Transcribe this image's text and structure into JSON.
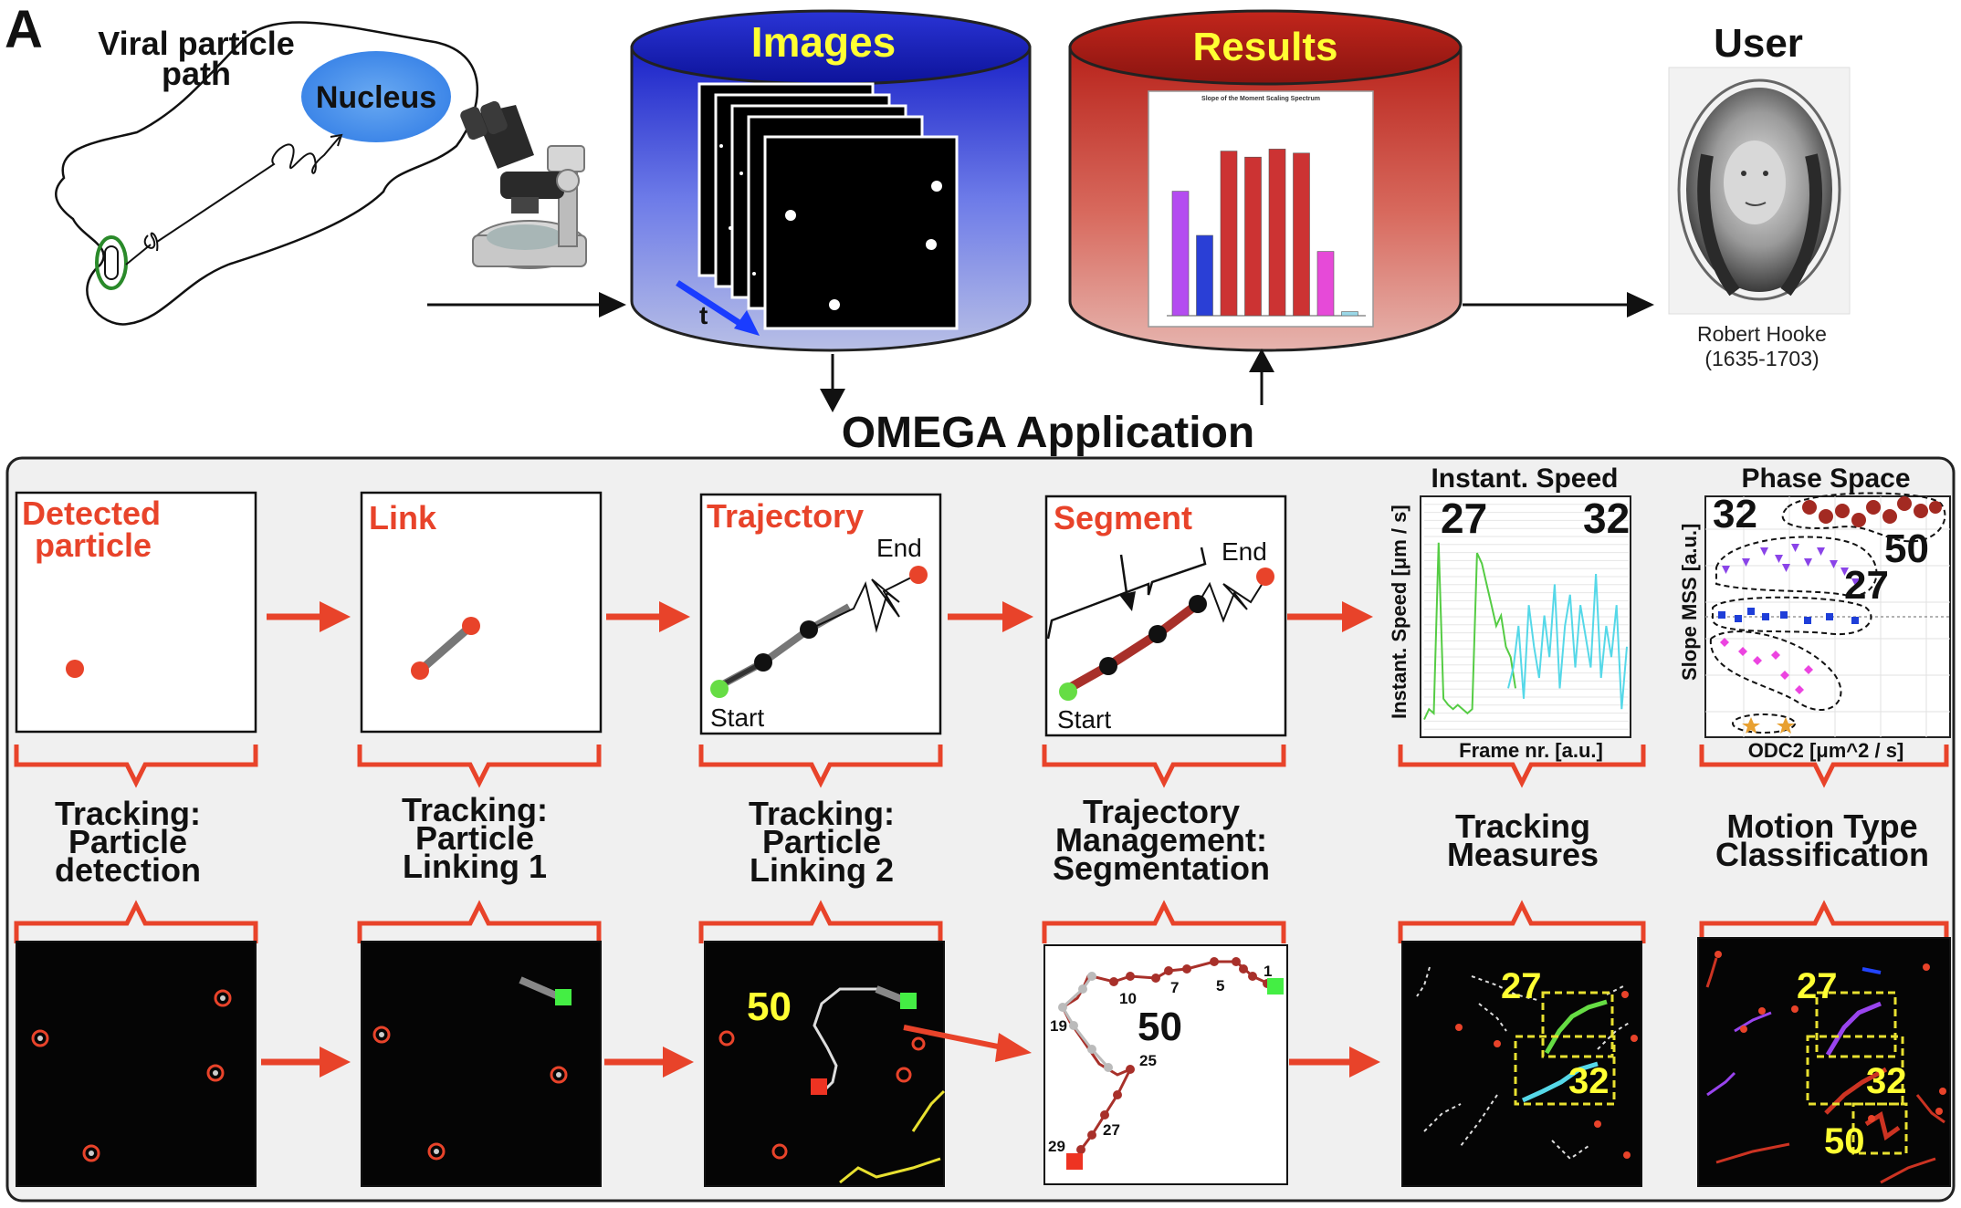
{
  "panel_letter": "A",
  "top": {
    "viral_label_1": "Viral particle",
    "viral_label_2": "path",
    "nucleus": "Nucleus",
    "images_title": "Images",
    "images_t": "t",
    "results_title": "Results",
    "results_chart_title": "Slope of the Moment Scaling Spectrum",
    "user_title": "User",
    "user_name": "Robert Hooke",
    "user_years": "(1635-1703)",
    "app_title": "OMEGA Application"
  },
  "results_bars": [
    {
      "value": 0.62,
      "color": "#b44cf0"
    },
    {
      "value": 0.4,
      "color": "#2a3fd6"
    },
    {
      "value": 0.82,
      "color": "#cc3333"
    },
    {
      "value": 0.79,
      "color": "#cc3333"
    },
    {
      "value": 0.83,
      "color": "#cc3333"
    },
    {
      "value": 0.81,
      "color": "#cc3333"
    },
    {
      "value": 0.32,
      "color": "#e64ad8"
    },
    {
      "value": 0.02,
      "color": "#9ad8e8"
    }
  ],
  "steps": [
    {
      "title_1": "Detected",
      "title_2": "particle",
      "cap_1": "Tracking:",
      "cap_2": "Particle",
      "cap_3": "detection"
    },
    {
      "title_1": "Link",
      "title_2": "",
      "cap_1": "Tracking:",
      "cap_2": "Particle",
      "cap_3": "Linking 1"
    },
    {
      "title_1": "Trajectory",
      "title_2": "",
      "start": "Start",
      "end": "End",
      "cap_1": "Tracking:",
      "cap_2": "Particle",
      "cap_3": "Linking 2"
    },
    {
      "title_1": "Segment",
      "title_2": "",
      "start": "Start",
      "end": "End",
      "cap_1": "Trajectory",
      "cap_2": "Management:",
      "cap_3": "Segmentation"
    },
    {
      "title_1": "Instant. Speed",
      "ylabel": "Instant. Speed [μm / s]",
      "xlabel": "Frame nr. [a.u.]",
      "n1": "27",
      "n2": "32",
      "cap_1": "Tracking",
      "cap_2": "Measures",
      "cap_3": ""
    },
    {
      "title_1": "Phase Space",
      "ylabel": "Slope MSS [a.u.]",
      "xlabel": "ODC2 [μm^2 / s]",
      "n1": "32",
      "n2": "50",
      "n3": "27",
      "cap_1": "Motion Type",
      "cap_2": "Classification",
      "cap_3": ""
    }
  ],
  "bottom": {
    "traj_number": "50",
    "seg_number": "50",
    "seg_points": [
      "1",
      "5",
      "7",
      "10",
      "19",
      "25",
      "27",
      "29"
    ],
    "meas_n1": "27",
    "meas_n2": "32",
    "cls_n1": "27",
    "cls_n2": "32",
    "cls_n3": "50"
  },
  "speed_chart": {
    "type": "line",
    "series": [
      {
        "color": "#55cc44",
        "values": [
          0.05,
          0.1,
          0.08,
          0.9,
          0.15,
          0.12,
          0.1,
          0.12,
          0.1,
          0.08,
          0.1,
          0.85,
          0.8,
          0.7,
          0.6,
          0.5,
          0.55,
          0.4,
          0.35,
          0.2
        ]
      },
      {
        "color": "#55d8e8",
        "values": [
          0.2,
          0.3,
          0.5,
          0.15,
          0.6,
          0.4,
          0.25,
          0.55,
          0.35,
          0.7,
          0.2,
          0.5,
          0.65,
          0.3,
          0.6,
          0.45,
          0.3,
          0.75,
          0.25,
          0.5,
          0.35,
          0.6,
          0.1,
          0.4
        ]
      }
    ]
  },
  "colors": {
    "accent_red": "#e8432a",
    "images_blue": "#2233dd",
    "results_red": "#cc3322",
    "title_yellow": "#ffff33"
  }
}
